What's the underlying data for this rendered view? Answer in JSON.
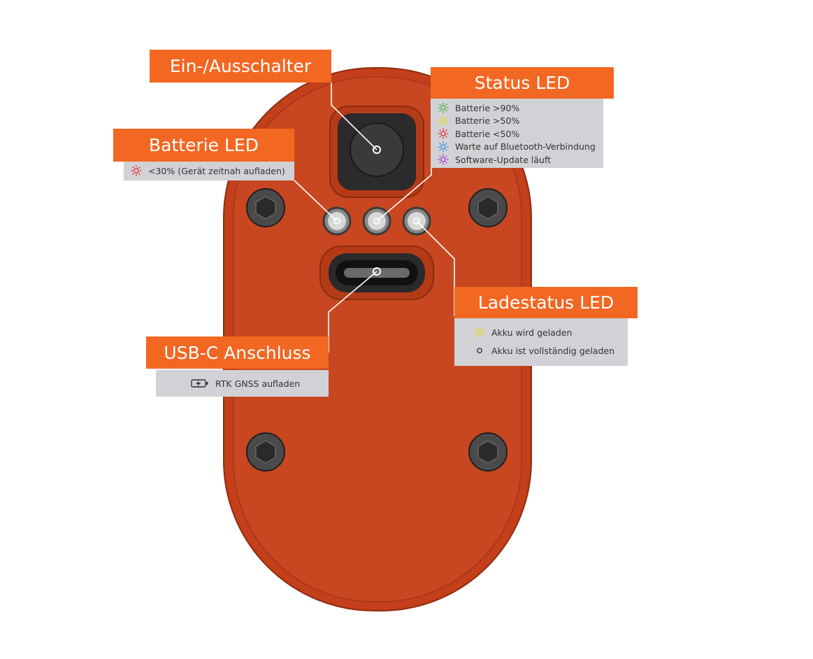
{
  "colors": {
    "accent_orange": "#f26722",
    "device_body": "#c4401a",
    "panel_gray": "#d2d2d6"
  },
  "callouts": {
    "power_switch": {
      "title": "Ein-/Ausschalter"
    },
    "status_led": {
      "title": "Status LED",
      "items": [
        {
          "label": "Batterie >90%",
          "icon": "led-green-icon",
          "color": "#4caf3a"
        },
        {
          "label": "Batterie >50%",
          "icon": "led-yellow-icon",
          "color": "#e6d82a"
        },
        {
          "label": "Batterie <50%",
          "icon": "led-red-icon",
          "color": "#e53030"
        },
        {
          "label": "Warte auf Bluetooth-Verbindung",
          "icon": "led-blue-icon",
          "color": "#3a8fe0"
        },
        {
          "label": "Software-Update läuft",
          "icon": "led-purple-icon",
          "color": "#a23ad6"
        }
      ]
    },
    "battery_led": {
      "title": "Batterie LED",
      "items": [
        {
          "label": "<30% (Gerät zeitnah aufladen)",
          "icon": "led-red-icon",
          "color": "#e53030"
        }
      ]
    },
    "charge_led": {
      "title": "Ladestatus LED",
      "items": [
        {
          "label": "Akku wird geladen",
          "icon": "led-yellow-icon",
          "color": "#e6d82a"
        },
        {
          "label": "Akku ist vollständig geladen",
          "icon": "led-off-icon",
          "color": "#333333"
        }
      ]
    },
    "usb_c": {
      "title": "USB-C Anschluss",
      "items": [
        {
          "label": "RTK GNSS aufladen",
          "icon": "battery-charging-icon"
        }
      ]
    }
  }
}
